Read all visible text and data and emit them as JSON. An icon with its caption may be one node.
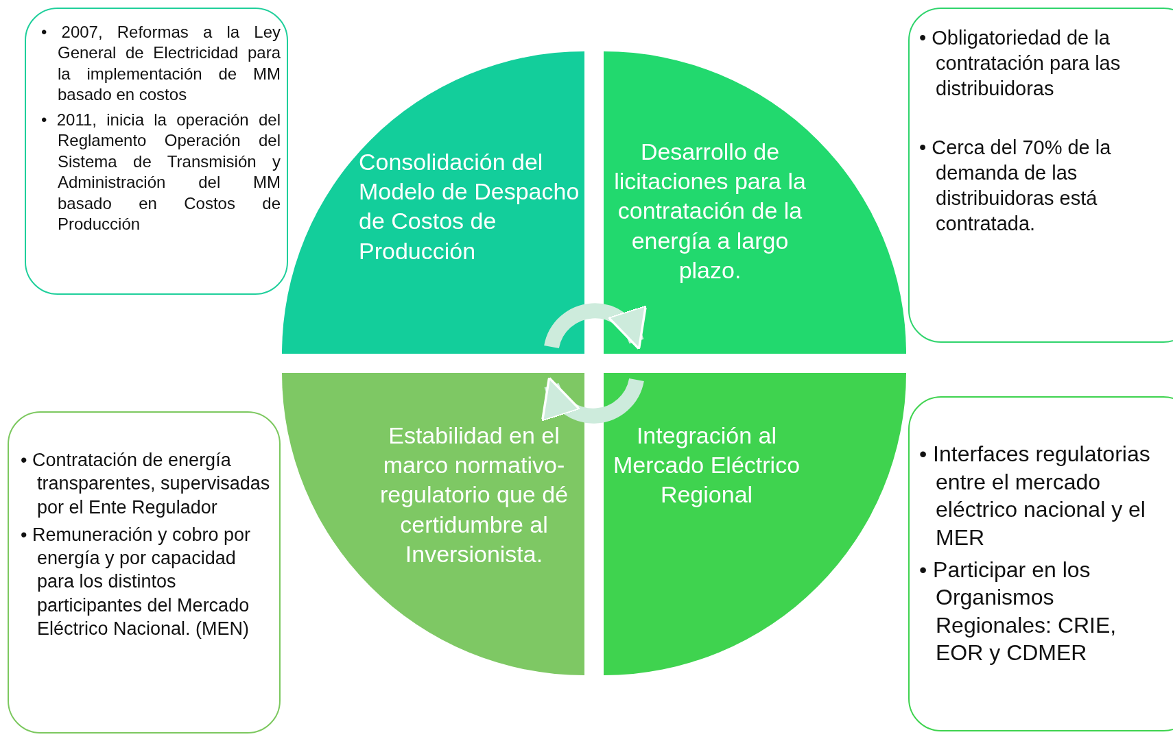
{
  "diagram": {
    "nodes": [
      {
        "text": [
          "• 2007, Reformas a la Ley General de Electricidad para la implementación de MM basado en costos",
          "• 2011, inicia la operación del Reglamento Operación del Sistema de Transmisión y Administración del MM basado en Costos de Producción"
        ]
      },
      {
        "text": [
          "Consolidación del Modelo de Despacho de Costos de Producción"
        ]
      },
      {
        "text": [
          "Desarrollo de licitaciones para la contratación de la energía a largo plazo."
        ]
      },
      {
        "text": [
          "• Obligatoriedad de la contratación para las distribuidoras",
          "• Cerca del 70% de la demanda de las distribuidoras está contratada."
        ]
      },
      {
        "text": [
          "• Contratación de energía transparentes, supervisadas por el Ente Regulador",
          "• Remuneración y cobro por energía y por capacidad para los distintos participantes del Mercado Eléctrico Nacional. (MEN)"
        ]
      },
      {
        "text": [
          "Estabilidad en el marco normativo-regulatorio que dé certidumbre al Inversionista."
        ]
      },
      {
        "text": [
          "Integración al Mercado Eléctrico Regional"
        ]
      },
      {
        "text": [
          "• Interfaces regulatorias entre el mercado eléctrico nacional y el MER",
          "• Participar en los Organismos Regionales: CRIE, EOR y CDMER"
        ]
      }
    ],
    "edges": [
      {
        "from": 1,
        "to": 2,
        "arrow": "to"
      },
      {
        "from": 6,
        "to": 5,
        "arrow": "to"
      }
    ]
  }
}
